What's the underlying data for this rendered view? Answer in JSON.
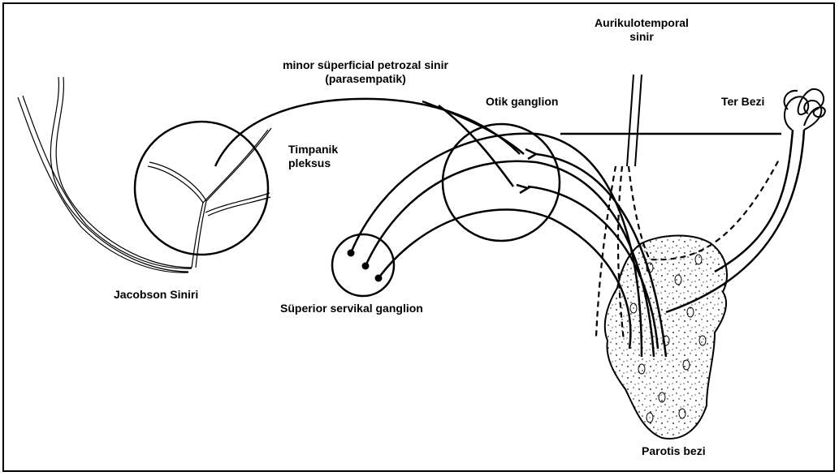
{
  "labels": {
    "petrosal_line1": "minor süperficial petrozal sinir",
    "petrosal_line2": "(parasempatik)",
    "auriculo_line1": "Aurikulotemporal",
    "auriculo_line2": "sinir",
    "otic": "Otik ganglion",
    "sweat": "Ter Bezi",
    "tympanic_line1": "Timpanik",
    "tympanic_line2": "pleksus",
    "jacobson": "Jacobson Siniri",
    "superior": "Süperior servikal ganglion",
    "parotid": "Parotis bezi"
  }
}
